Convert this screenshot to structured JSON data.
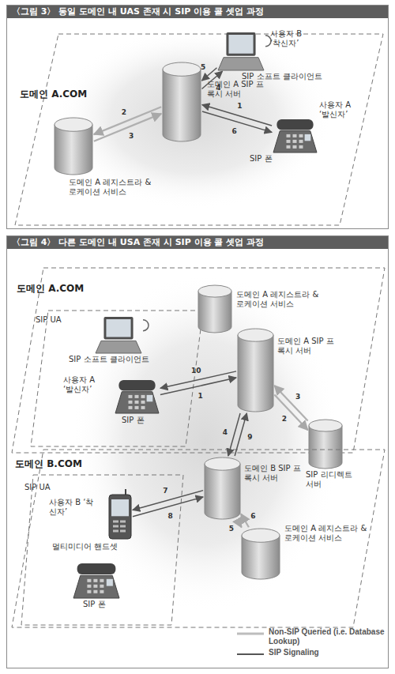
{
  "diagram": {
    "nodes": [
      {
        "text": [
          "〈그림 3〉 동일 도메인 내 UAS 존재 시 SIP 이용 콜 셋업 과정"
        ]
      },
      {
        "text": [
          "도메인 A.COM"
        ],
        "in": 0
      },
      {
        "text": [
          "도메인 A 레지스트라 & 로케이션 서비스"
        ],
        "in": 1
      },
      {
        "text": [
          "도메인 A SIP 프록시 서버"
        ],
        "in": 1
      },
      {
        "text": [
          "사용자 B ‘착신자’",
          "SIP 소프트 클라이언트"
        ],
        "in": 1
      },
      {
        "text": [
          "사용자 A ‘발신자’",
          "SIP 폰"
        ],
        "in": 1
      },
      {
        "text": [
          "〈그림 4〉 다른 도메인 내 USA 존재 시 SIP 이용 콜 셋업 과정"
        ]
      },
      {
        "text": [
          "도메인 A.COM"
        ],
        "in": 6
      },
      {
        "text": [
          "SIP UA"
        ],
        "in": 7
      },
      {
        "text": [
          "SIP 소프트 클라이언트"
        ],
        "in": 8
      },
      {
        "text": [
          "사용자 A ‘발신자’",
          "SIP 폰"
        ],
        "in": 8
      },
      {
        "text": [
          "도메인 A 레지스트라 & 로케이션 서비스"
        ],
        "in": 7
      },
      {
        "text": [
          "도메인 A SIP 프록시 서버"
        ],
        "in": 7
      },
      {
        "text": [
          "SIP 리디렉트 서버"
        ],
        "in": 6
      },
      {
        "text": [
          "도메인 B.COM"
        ],
        "in": 6
      },
      {
        "text": [
          "SIP UA"
        ],
        "in": 14
      },
      {
        "text": [
          "사용자 B ‘착신자’",
          "멀티미디어 핸드셋"
        ],
        "in": 15
      },
      {
        "text": [
          "SIP 폰"
        ],
        "in": 15
      },
      {
        "text": [
          "도메인 B SIP 프록시 서버"
        ],
        "in": 14
      },
      {
        "text": [
          "도메인 A 레지스트라 & 로케이션 서비스"
        ],
        "in": 14
      }
    ],
    "edges": [
      {
        "from": 5,
        "to": 3,
        "label": "1",
        "arrow": "to"
      },
      {
        "from": 3,
        "to": 2,
        "label": "2",
        "arrow": "to"
      },
      {
        "from": 2,
        "to": 3,
        "label": "3",
        "arrow": "to"
      },
      {
        "from": 3,
        "to": 4,
        "label": "4",
        "arrow": "to"
      },
      {
        "from": 4,
        "to": 3,
        "label": "5",
        "arrow": "to"
      },
      {
        "from": 3,
        "to": 5,
        "label": "6",
        "arrow": "to"
      },
      {
        "from": 10,
        "to": 12,
        "label": "1",
        "arrow": "to"
      },
      {
        "from": 12,
        "to": 13,
        "label": "2",
        "arrow": "to"
      },
      {
        "from": 13,
        "to": 12,
        "label": "3",
        "arrow": "to"
      },
      {
        "from": 12,
        "to": 18,
        "label": "4",
        "arrow": "to"
      },
      {
        "from": 18,
        "to": 19,
        "label": "5",
        "arrow": "to"
      },
      {
        "from": 19,
        "to": 18,
        "label": "6",
        "arrow": "to"
      },
      {
        "from": 18,
        "to": 16,
        "label": "7",
        "arrow": "to"
      },
      {
        "from": 16,
        "to": 18,
        "label": "8",
        "arrow": "to"
      },
      {
        "from": 18,
        "to": 12,
        "label": "9",
        "arrow": "to"
      },
      {
        "from": 12,
        "to": 10,
        "label": "10",
        "arrow": "to"
      }
    ],
    "legend": [
      {
        "text": "Non-SIP Queried (i.e. Database Lookup)"
      },
      {
        "text": "SIP Signaling"
      }
    ]
  }
}
